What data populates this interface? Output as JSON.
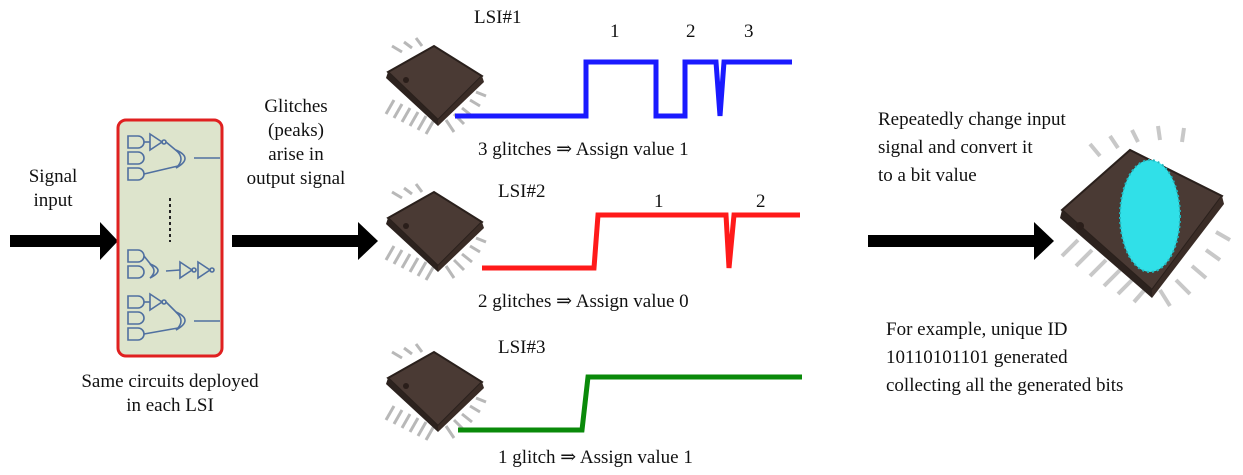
{
  "input": {
    "line1": "Signal",
    "line2": "input"
  },
  "glitch_note": {
    "line1": "Glitches",
    "line2": "(peaks)",
    "line3": "arise in",
    "line4": "output signal"
  },
  "circuit": {
    "caption_line1": "Same circuits deployed",
    "caption_line2": "in each LSI"
  },
  "lsi": [
    {
      "label": "LSI#1",
      "peak_labels": [
        "1",
        "2",
        "3"
      ],
      "result": "3 glitches ⇒ Assign value 1",
      "color": "#1a1aff"
    },
    {
      "label": "LSI#2",
      "peak_labels": [
        "1",
        "2"
      ],
      "result": "2 glitches ⇒ Assign value 0",
      "color": "#ff1a1a"
    },
    {
      "label": "LSI#3",
      "peak_labels": [],
      "result": "1 glitch ⇒ Assign value 1",
      "color": "#0a8a0a"
    }
  ],
  "process": {
    "line1": "Repeatedly change input",
    "line2": "signal and convert it",
    "line3": "to a bit value"
  },
  "result_id": {
    "line1": "For example, unique ID",
    "line2": "10110101101 generated",
    "line3": "collecting all the generated bits"
  },
  "colors": {
    "circuit_border": "#e02020",
    "circuit_fill": "#dde4cc",
    "chip_body": "#4a3a34",
    "id_mark": "#30e0e8"
  }
}
